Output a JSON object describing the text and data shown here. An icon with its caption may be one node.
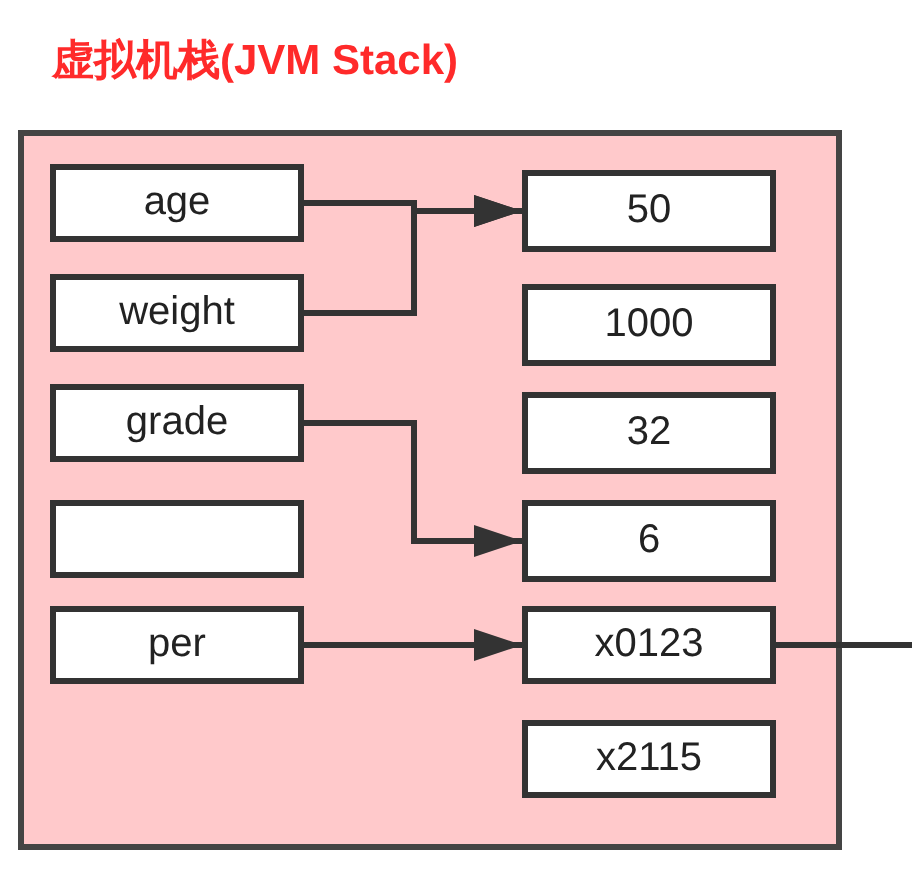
{
  "diagram": {
    "nodes": [
      {
        "text": [
          "虚拟机栈(JVM Stack)"
        ]
      },
      {
        "text": [
          "age"
        ],
        "in": 0
      },
      {
        "text": [
          "weight"
        ],
        "in": 0
      },
      {
        "text": [
          "grade"
        ],
        "in": 0
      },
      {
        "text": [],
        "shape": "box",
        "in": 0
      },
      {
        "text": [
          "per"
        ],
        "in": 0
      },
      {
        "text": [
          "50"
        ],
        "in": 0
      },
      {
        "text": [
          "1000"
        ],
        "in": 0
      },
      {
        "text": [
          "32"
        ],
        "in": 0
      },
      {
        "text": [
          "6"
        ],
        "in": 0
      },
      {
        "text": [
          "x0123"
        ],
        "in": 0
      },
      {
        "text": [
          "x2115"
        ],
        "in": 0
      }
    ],
    "edges": [
      {
        "from": 1,
        "to": 6,
        "arrow": "to"
      },
      {
        "from": 2,
        "to": 6,
        "arrow": "to"
      },
      {
        "from": 3,
        "to": 9,
        "arrow": "to"
      },
      {
        "from": 5,
        "to": 10,
        "arrow": "to"
      },
      {
        "from": 10,
        "to": null,
        "arrow": "none"
      }
    ]
  }
}
